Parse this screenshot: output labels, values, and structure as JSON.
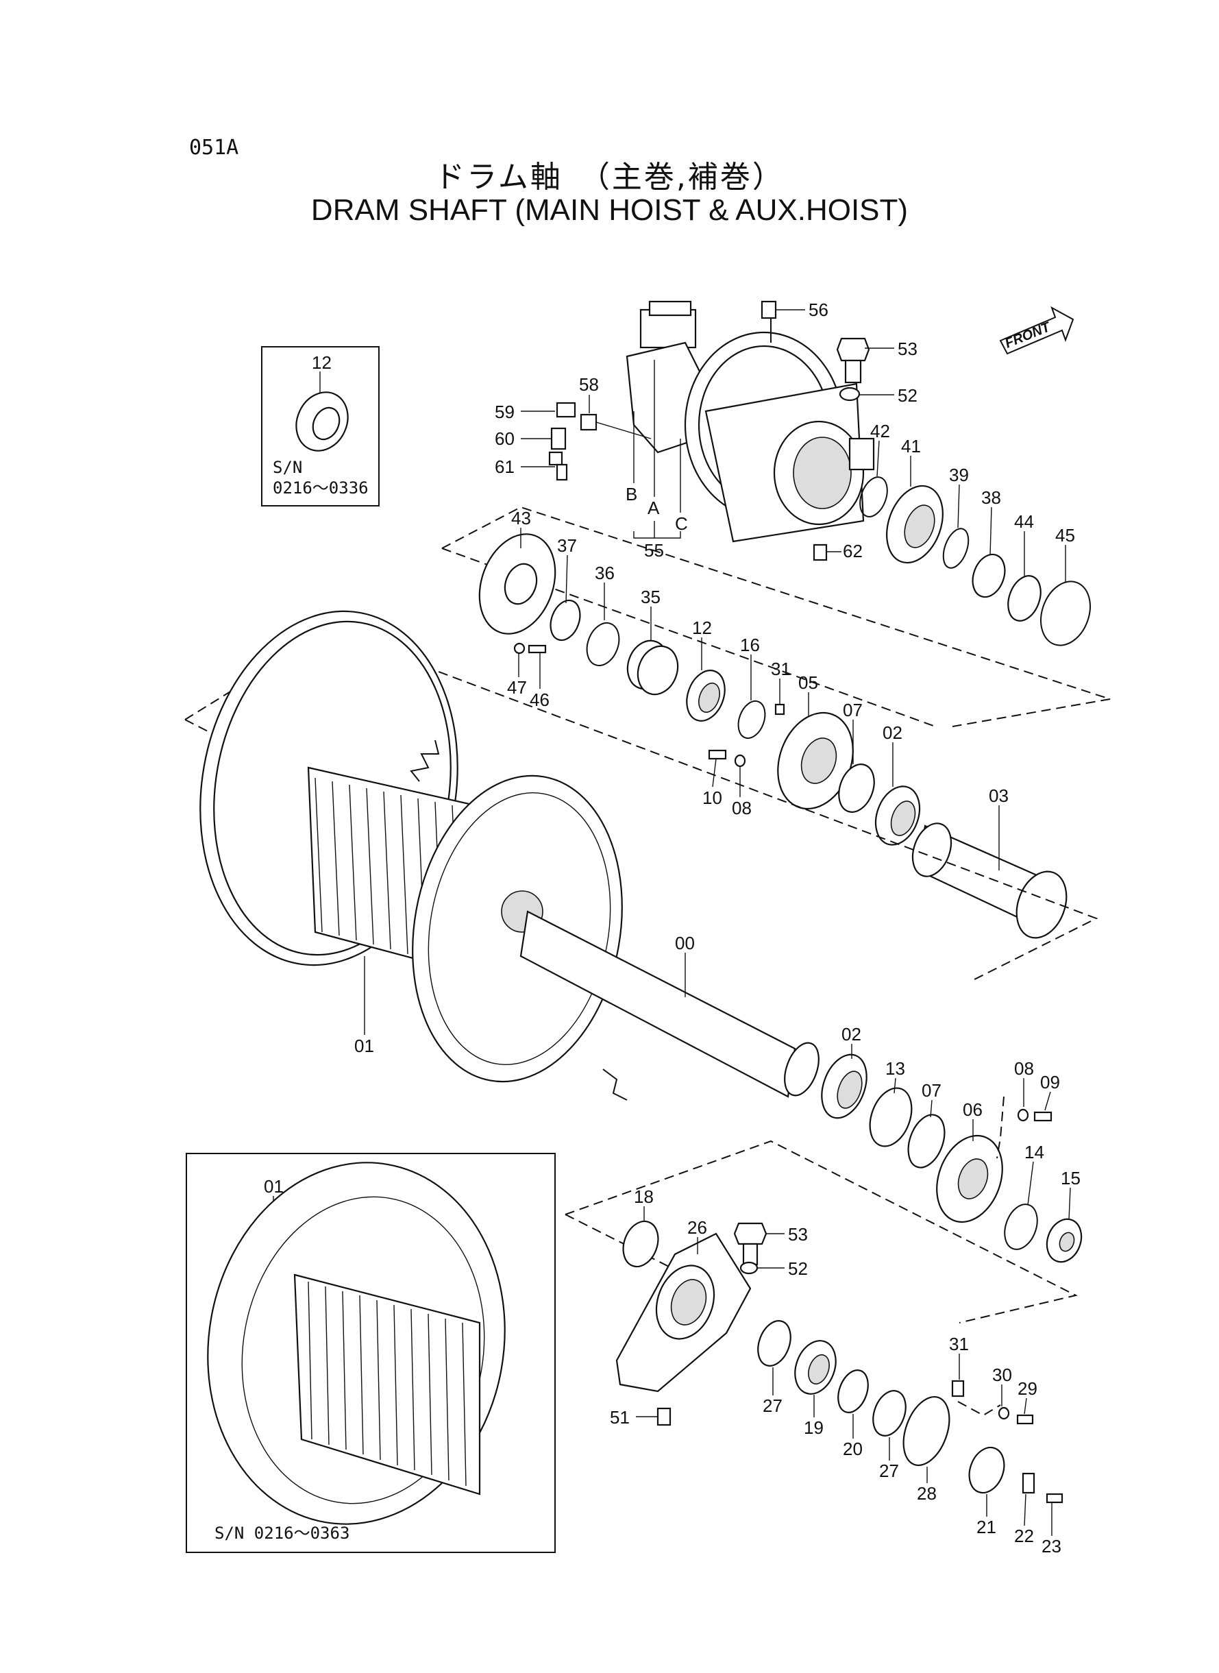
{
  "header": {
    "page_code": "051A",
    "title_jp": "ドラム軸　（主巻,補巻）",
    "title_en": "DRAM SHAFT  (MAIN HOIST  &  AUX.HOIST)"
  },
  "front_arrow_label": "FRONT",
  "inset_top": {
    "part_no": "12",
    "serial_range": "S/N\n0216～0336"
  },
  "inset_bottom": {
    "part_no": "01",
    "serial_range": "S/N  0216～0363"
  },
  "part_labels": [
    "56",
    "53",
    "52",
    "58",
    "59",
    "60",
    "61",
    "B",
    "A",
    "C",
    "55",
    "42",
    "41",
    "39",
    "38",
    "44",
    "45",
    "62",
    "43",
    "37",
    "36",
    "35",
    "12",
    "16",
    "31",
    "05",
    "07",
    "02",
    "03",
    "47",
    "46",
    "10",
    "08",
    "00",
    "01",
    "02",
    "13",
    "07",
    "06",
    "08",
    "09",
    "14",
    "15",
    "18",
    "26",
    "53",
    "52",
    "51",
    "27",
    "19",
    "20",
    "27",
    "28",
    "31",
    "30",
    "29",
    "21",
    "22",
    "23"
  ]
}
